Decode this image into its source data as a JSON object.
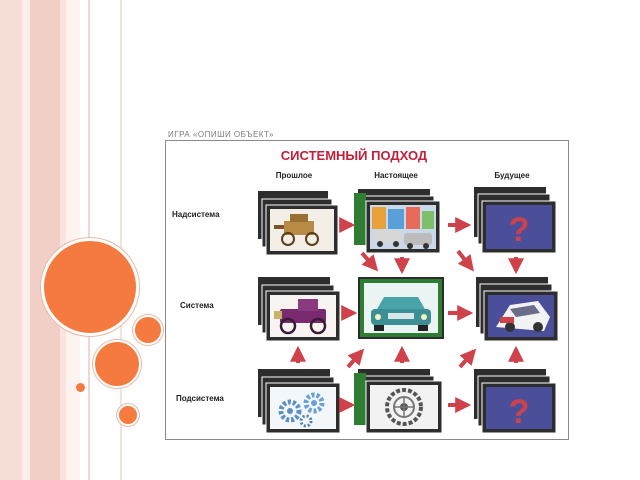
{
  "slide": {
    "game_title": "ИГРА «ОПИШИ ОБЪЕКТ»"
  },
  "diagram": {
    "title": "СИСТЕМНЫЙ ПОДХОД",
    "columns": [
      "Прошлое",
      "Настоящее",
      "Будущее"
    ],
    "rows": [
      "Надсистема",
      "Система",
      "Подсистема"
    ],
    "cells": [
      [
        "old-carriage-icon",
        "city-traffic-icon",
        "question-mark-icon"
      ],
      [
        "vintage-car-icon",
        "modern-car-icon",
        "future-car-icon"
      ],
      [
        "gears-icon",
        "wheel-icon",
        "question-mark-icon"
      ]
    ],
    "unknown_symbol": "?",
    "colors": {
      "title": "#c41e3a",
      "frame": "#2d2d2d",
      "frame_green": "#2e7d32",
      "arrow": "#d0424b",
      "future_screen": "#4b4f9a"
    }
  }
}
